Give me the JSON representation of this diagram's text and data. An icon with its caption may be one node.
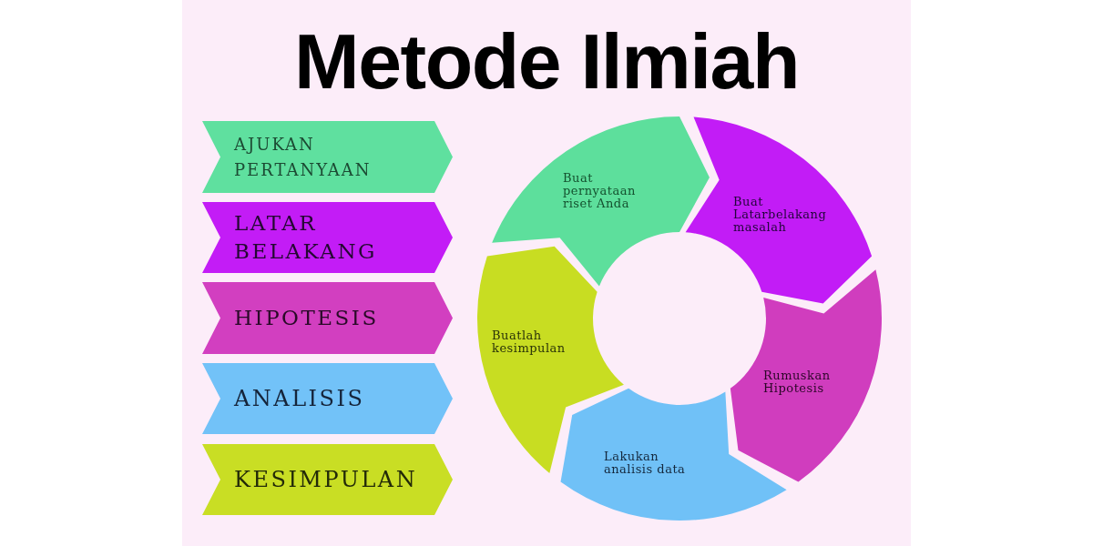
{
  "diagram": {
    "title": "Metode Ilmiah",
    "nodes": [
      {
        "text": [
          "AJUKAN PERTANYAAN"
        ]
      },
      {
        "text": [
          "LATAR BELAKANG"
        ]
      },
      {
        "text": [
          "HIPOTESIS"
        ]
      },
      {
        "text": [
          "ANALISIS"
        ]
      },
      {
        "text": [
          "KESIMPULAN"
        ]
      },
      {
        "text": [
          "Buat pernyataan riset Anda"
        ]
      },
      {
        "text": [
          "Buat Latarbelakang masalah"
        ]
      },
      {
        "text": [
          "Rumuskan Hipotesis"
        ]
      },
      {
        "text": [
          "Lakukan analisis data"
        ]
      },
      {
        "text": [
          "Buatlah kesimpulan"
        ]
      }
    ]
  }
}
